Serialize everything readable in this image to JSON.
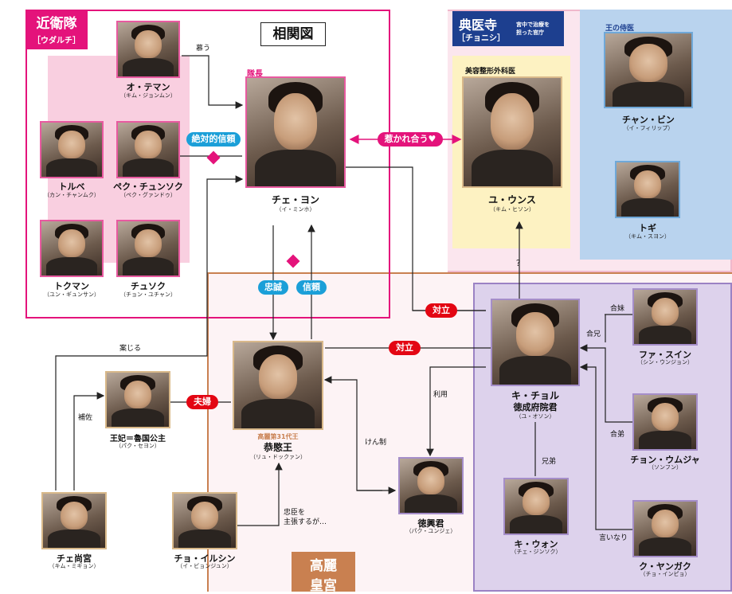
{
  "title": "相関図",
  "guards": {
    "name": "近衛隊",
    "sub": "［ウダルチ］"
  },
  "clinic": {
    "name": "典医寺",
    "sub": "［チョニシ］",
    "desc1": "宮中で治療を",
    "desc2": "担った官庁",
    "doctor_label": "王の侍医"
  },
  "palace": {
    "line1": "高麗",
    "line2": "皇宮"
  },
  "beauty_label": "美容整形外科医",
  "captain_label": "隊長",
  "king_label": "高麗第31代王",
  "people": {
    "choi": {
      "name": "チェ・ヨン",
      "actor": "（イ・ミンホ）"
    },
    "teman": {
      "name": "オ・テマン",
      "actor": "（キム・ジョンムン）"
    },
    "torube": {
      "name": "トルベ",
      "actor": "（カン・チャンムク）"
    },
    "pek": {
      "name": "ペク・チュンソク",
      "actor": "（ペク・グァンドゥ）"
    },
    "tokman": {
      "name": "トクマン",
      "actor": "（ユン・ギュンサン）"
    },
    "chusok": {
      "name": "チュソク",
      "actor": "（チョン・ユチャン）"
    },
    "eunsu": {
      "name": "ユ・ウンス",
      "actor": "（キム・ヒソン）"
    },
    "bin": {
      "name": "チャン・ビン",
      "actor": "（イ・フィリップ）"
    },
    "togi": {
      "name": "トギ",
      "actor": "（キム・スヨン）"
    },
    "king": {
      "name": "恭愍王",
      "actor": "（リュ・ドックァン）"
    },
    "queen": {
      "name": "王妃＝魯国公主",
      "actor": "（パク・セヨン）"
    },
    "chesang": {
      "name": "チェ尚宮",
      "actor": "（キム・ミギョン）"
    },
    "iljin": {
      "name": "チョ・イルシン",
      "actor": "（イ・ビョンジュン）"
    },
    "kichol": {
      "name": "キ・チョル",
      "name2": "徳成府院君",
      "actor": "（ユ・オソン）"
    },
    "tokung": {
      "name": "徳興君",
      "actor": "（パク・ユンジェ）"
    },
    "kiwon": {
      "name": "キ・ウォン",
      "actor": "（チェ・ジンソク）"
    },
    "suin": {
      "name": "ファ・スイン",
      "actor": "（シン・ウンジョン）"
    },
    "umja": {
      "name": "チョン・ウムジャ",
      "actor": "（ソンフン）"
    },
    "yangak": {
      "name": "ク・ヤンガク",
      "actor": "（チョ・インピョ）"
    }
  },
  "relations": {
    "shitau": "慕う",
    "zettai": "絶対的信頼",
    "hikare": "惹かれ合う♥",
    "chusei": "忠誠",
    "shinrai": "信頼",
    "tairitsu1": "対立",
    "tairitsu2": "対立",
    "fusai": "夫婦",
    "anjiru": "案じる",
    "hosa": "補佐",
    "kensei": "けん制",
    "riyou": "利用",
    "chushin1": "忠臣を",
    "chushin2": "主張するが…",
    "question": "？",
    "goumai": "合妹",
    "gouani": "合兄",
    "goutei": "合弟",
    "kyoudai": "兄弟",
    "iinari": "言いなり"
  },
  "colors": {
    "pink": "#e4137b",
    "blue": "#1b9fd8",
    "red": "#e30613",
    "navy": "#1d3f8f",
    "brown": "#c98050"
  }
}
